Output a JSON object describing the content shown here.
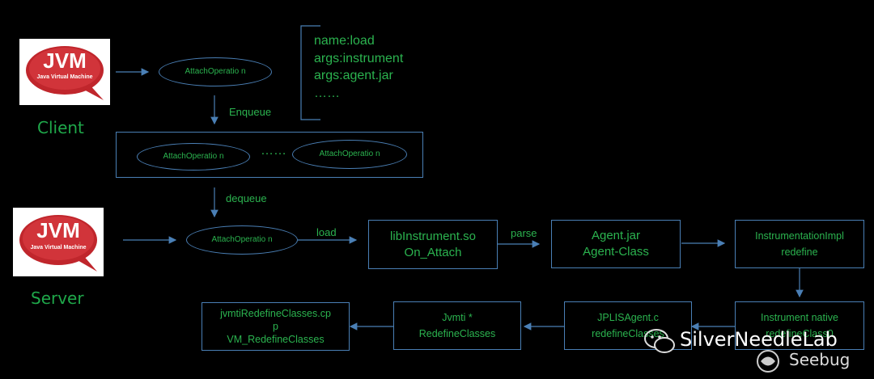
{
  "client": {
    "logo_text": "JVM",
    "logo_sub": "Java Virtual Machine",
    "label": "Client"
  },
  "server": {
    "logo_text": "JVM",
    "logo_sub": "Java Virtual Machine",
    "label": "Server"
  },
  "attach_op": "AttachOperatio n",
  "request_lines": [
    "name:load",
    "args:instrument",
    "args:agent.jar",
    "……"
  ],
  "edges": {
    "enqueue": "Enqueue",
    "dequeue": "dequeue",
    "load": "load",
    "parse": "parse"
  },
  "queue_dots": "……",
  "nodes": {
    "libinstrument": [
      "libInstrument.so",
      "On_Attach"
    ],
    "agentjar": [
      "Agent.jar",
      "Agent-Class"
    ],
    "instimpl": [
      "InstrumentationImpl",
      "redefine"
    ],
    "instnative": [
      "Instrument native",
      "redefineClass0"
    ],
    "jplis": [
      "JPLISAgent.c",
      "redefineClasses"
    ],
    "jvmti": [
      "Jvmti *",
      "RedefineClasses"
    ],
    "jvmticpp": [
      "jvmtiRedefineClasses.cp",
      "p",
      "VM_RedefineClasses"
    ]
  },
  "watermark": {
    "lab": "SilverNeedleLab",
    "site": "Seebug"
  },
  "colors": {
    "text": "#2bb34f",
    "line": "#4a7fb5",
    "background": "#000000"
  }
}
